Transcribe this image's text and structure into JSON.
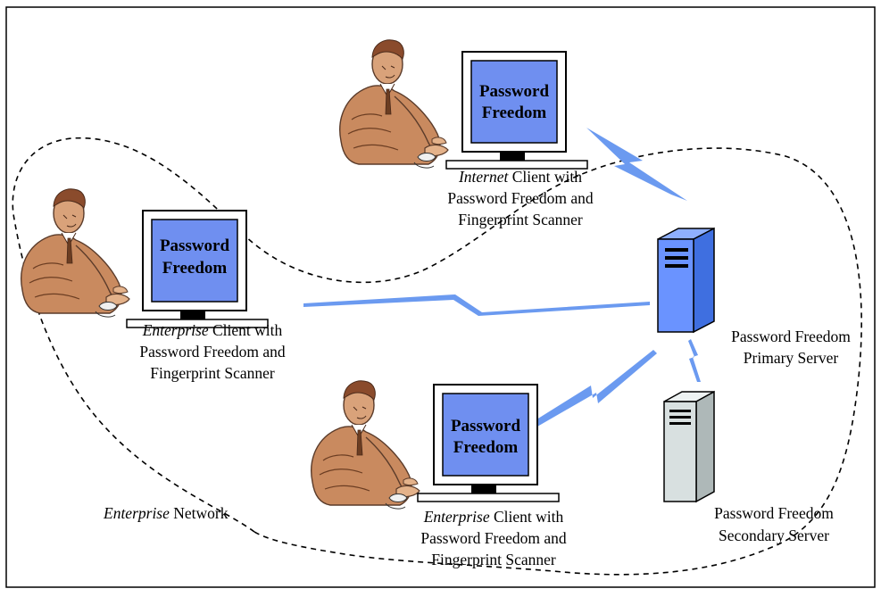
{
  "monitor_text": {
    "line1": "Password",
    "line2": "Freedom"
  },
  "internet_client": {
    "line1_italic": "Internet",
    "line1_rest": " Client with",
    "line2": "Password Freedom and",
    "line3": "Fingerprint Scanner"
  },
  "enterprise_client_left": {
    "line1_italic": "Enterprise",
    "line1_rest": " Client with",
    "line2": "Password Freedom and",
    "line3": "Fingerprint Scanner"
  },
  "enterprise_client_bottom": {
    "line1_italic": "Enterprise",
    "line1_rest": " Client with",
    "line2": "Password Freedom and",
    "line3": "Fingerprint Scanner"
  },
  "primary_server": {
    "line1": "Password Freedom",
    "line2": "Primary Server"
  },
  "secondary_server": {
    "line1": "Password Freedom",
    "line2": "Secondary Server"
  },
  "network_label": {
    "italic": "Enterprise",
    "rest": " Network"
  },
  "colors": {
    "monitor_screen": "#6f8ff0",
    "server_primary": "#6a93ff",
    "server_secondary": "#d8e0e0",
    "lightning": "#6b9af0",
    "person_skin": "#c98a5f",
    "person_dark": "#5a3b2a"
  }
}
